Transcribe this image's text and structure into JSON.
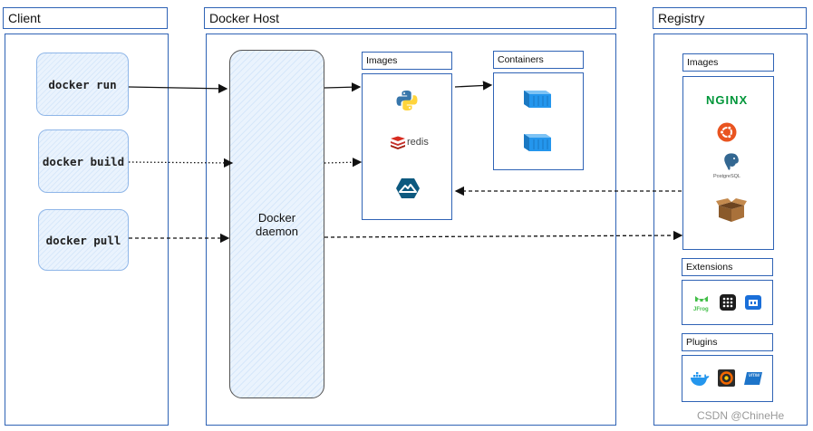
{
  "sections": {
    "client": "Client",
    "docker_host": "Docker Host",
    "registry": "Registry"
  },
  "commands": {
    "run": "docker run",
    "build": "docker build",
    "pull": "docker pull"
  },
  "daemon": {
    "line1": "Docker",
    "line2": "daemon"
  },
  "host": {
    "images": "Images",
    "containers": "Containers",
    "redis_label": "redis"
  },
  "registry_panel": {
    "images": "Images",
    "extensions": "Extensions",
    "plugins": "Plugins",
    "nginx_label": "NGINX",
    "postgres_label": "PostgreSQL",
    "jfrog_label": "JFrog",
    "vmware_label": "vmw"
  },
  "watermark": "CSDN @ChineHe",
  "colors": {
    "border": "#2f63b5",
    "container_blue": "#2496ed",
    "nginx_green": "#009639",
    "ubuntu_orange": "#e95420",
    "redis_red": "#d82c20"
  }
}
